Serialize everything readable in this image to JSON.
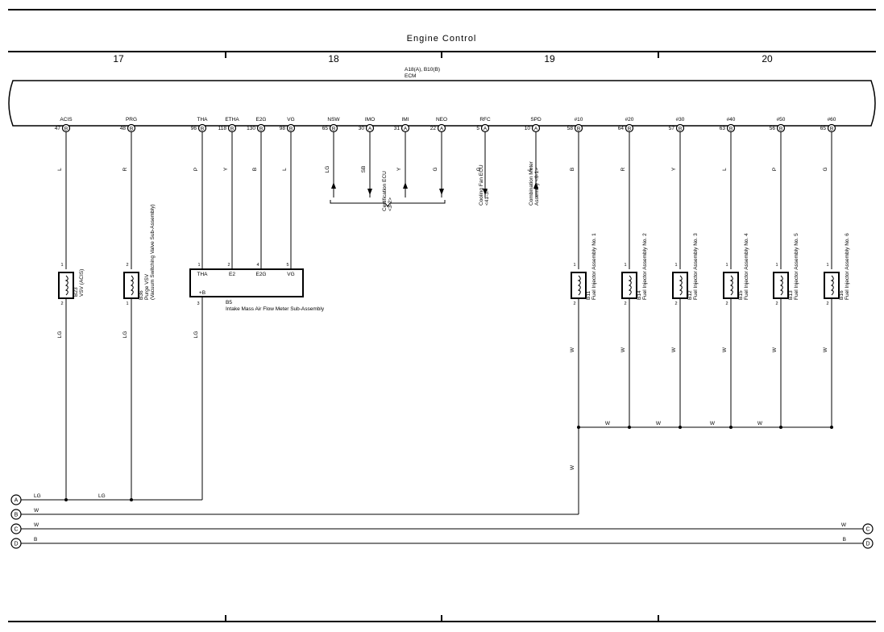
{
  "header": {
    "title": "Engine Control",
    "sections": [
      "17",
      "18",
      "19",
      "20"
    ]
  },
  "ecm": {
    "connector": "A18(A), B10(B)",
    "name": "ECM"
  },
  "pins": [
    {
      "id": "acis",
      "label": "ACIS",
      "num": "47",
      "conn": "B",
      "color": "L"
    },
    {
      "id": "prg",
      "label": "PRG",
      "num": "48",
      "conn": "B",
      "color": "R"
    },
    {
      "id": "tha",
      "label": "THA",
      "num": "96",
      "conn": "B",
      "color": "P"
    },
    {
      "id": "etha",
      "label": "ETHA",
      "num": "118",
      "conn": "B",
      "color": "Y"
    },
    {
      "id": "e2g",
      "label": "E2G",
      "num": "130",
      "conn": "B",
      "color": "B"
    },
    {
      "id": "vg",
      "label": "VG",
      "num": "98",
      "conn": "B",
      "color": "L"
    },
    {
      "id": "nsw",
      "label": "NSW",
      "num": "65",
      "conn": "B",
      "color": "LG"
    },
    {
      "id": "imo",
      "label": "IMO",
      "num": "30",
      "conn": "A",
      "color": "SB"
    },
    {
      "id": "imi",
      "label": "IMI",
      "num": "31",
      "conn": "A",
      "color": "Y"
    },
    {
      "id": "neo",
      "label": "NEO",
      "num": "22",
      "conn": "A",
      "color": "G"
    },
    {
      "id": "rfc",
      "label": "RFC",
      "num": "5",
      "conn": "A",
      "color": "G"
    },
    {
      "id": "spd",
      "label": "SPD",
      "num": "10",
      "conn": "A",
      "color": "L"
    },
    {
      "id": "inj10",
      "label": "#10",
      "num": "58",
      "conn": "B",
      "color": "B"
    },
    {
      "id": "inj20",
      "label": "#20",
      "num": "64",
      "conn": "B",
      "color": "R"
    },
    {
      "id": "inj30",
      "label": "#30",
      "num": "57",
      "conn": "B",
      "color": "Y"
    },
    {
      "id": "inj40",
      "label": "#40",
      "num": "63",
      "conn": "B",
      "color": "L"
    },
    {
      "id": "inj50",
      "label": "#50",
      "num": "56",
      "conn": "B",
      "color": "P"
    },
    {
      "id": "inj60",
      "label": "#60",
      "num": "65",
      "conn": "B",
      "color": "G"
    }
  ],
  "ecu_refs": [
    {
      "id": "cert",
      "text": "Certification ECU <3-2>"
    },
    {
      "id": "fan",
      "text": "Cooling Fan ECU <41-3>"
    },
    {
      "id": "meter",
      "text": "Combination Meter Assembly <6-1>"
    }
  ],
  "components": [
    {
      "id": "vsv",
      "code": "B23",
      "name": "VSV (ACIS)",
      "pin_top": "1",
      "pin_bot": "2",
      "bot_color": "LG"
    },
    {
      "id": "purge",
      "code": "B36",
      "name": "Purge VSV (Vacuum Switching Valve Sub-Assembly)",
      "pin_top": "2",
      "pin_bot": "1",
      "bot_color": "LG"
    },
    {
      "id": "inj1",
      "code": "B11",
      "name": "Fuel Injector Assembly No. 1",
      "pin_top": "1",
      "pin_bot": "2",
      "bot_color": "W"
    },
    {
      "id": "inj2",
      "code": "B14",
      "name": "Fuel Injector Assembly No. 2",
      "pin_top": "1",
      "pin_bot": "2",
      "bot_color": "W"
    },
    {
      "id": "inj3",
      "code": "B12",
      "name": "Fuel Injector Assembly No. 3",
      "pin_top": "1",
      "pin_bot": "2",
      "bot_color": "W"
    },
    {
      "id": "inj4",
      "code": "B15",
      "name": "Fuel Injector Assembly No. 4",
      "pin_top": "1",
      "pin_bot": "2",
      "bot_color": "W"
    },
    {
      "id": "inj5",
      "code": "B13",
      "name": "Fuel Injector Assembly No. 5",
      "pin_top": "1",
      "pin_bot": "2",
      "bot_color": "W"
    },
    {
      "id": "inj6",
      "code": "B16",
      "name": "Fuel Injector Assembly No. 6",
      "pin_top": "1",
      "pin_bot": "2",
      "bot_color": "W"
    }
  ],
  "maf": {
    "code": "B5",
    "name": "Intake Mass Air Flow Meter Sub-Assembly",
    "pins": [
      {
        "num": "1",
        "label": "THA"
      },
      {
        "num": "2",
        "label": "E2"
      },
      {
        "num": "4",
        "label": "E2G"
      },
      {
        "num": "5",
        "label": "VG"
      }
    ],
    "plus_label": "+B",
    "plus_num": "3",
    "plus_color": "LG"
  },
  "buses": [
    {
      "id": "A",
      "color": "LG",
      "right": false
    },
    {
      "id": "B",
      "color": "W",
      "right": false
    },
    {
      "id": "C",
      "color": "W",
      "right": true,
      "right_color": "W"
    },
    {
      "id": "D",
      "color": "B",
      "right": true,
      "right_color": "B"
    }
  ],
  "wire_labels": {
    "bus_a_mid": "LG",
    "injector_common": "W",
    "injector_drop": "W"
  }
}
